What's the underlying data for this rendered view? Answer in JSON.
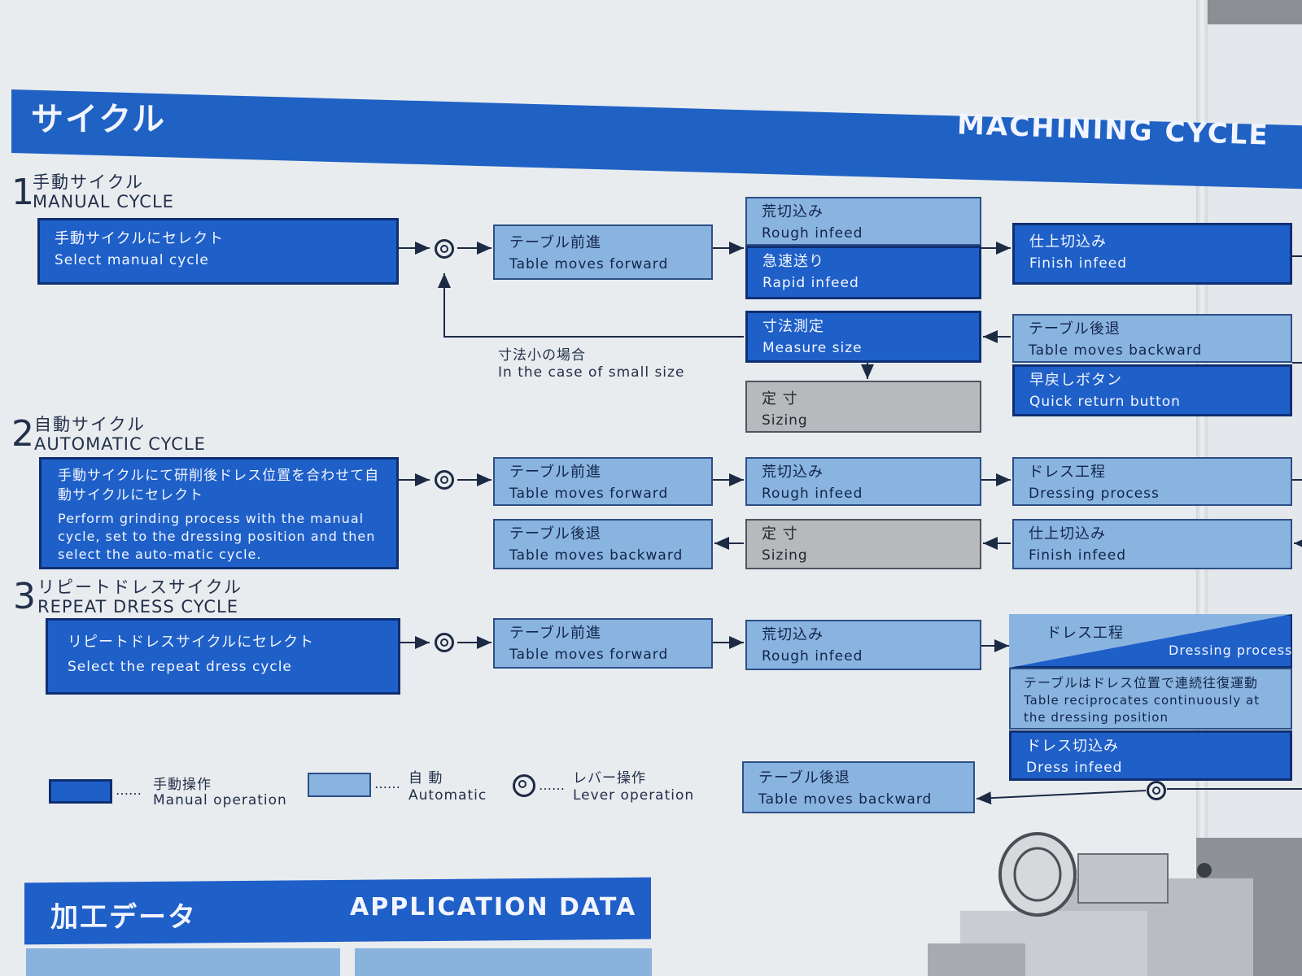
{
  "header": {
    "title_jp": "サイクル",
    "title_en": "MACHINING CYCLE"
  },
  "sections": [
    {
      "num": "1",
      "jp": "手動サイクル",
      "en": "MANUAL CYCLE"
    },
    {
      "num": "2",
      "jp": "自動サイクル",
      "en": "AUTOMATIC CYCLE"
    },
    {
      "num": "3",
      "jp": "リピートドレスサイクル",
      "en": "REPEAT DRESS CYCLE"
    }
  ],
  "manual": {
    "select": {
      "jp": "手動サイクルにセレクト",
      "en": "Select manual cycle"
    },
    "table_forward": {
      "jp": "テーブル前進",
      "en": "Table moves forward"
    },
    "rough": {
      "jp": "荒切込み",
      "en": "Rough infeed"
    },
    "rapid": {
      "jp": "急速送り",
      "en": "Rapid infeed"
    },
    "finish": {
      "jp": "仕上切込み",
      "en": "Finish infeed"
    },
    "measure": {
      "jp": "寸法測定",
      "en": "Measure size"
    },
    "table_backward": {
      "jp": "テーブル後退",
      "en": "Table moves backward"
    },
    "quick_return": {
      "jp": "早戻しボタン",
      "en": "Quick return button"
    },
    "sizing": {
      "jp": "定 寸",
      "en": "Sizing"
    },
    "small_size": {
      "jp": "寸法小の場合",
      "en": "In the case of small size"
    }
  },
  "automatic": {
    "select": {
      "jp": "手動サイクルにて研削後ドレス位置を合わせて自動サイクルにセレクト",
      "en": "Perform grinding process with the manual cycle, set to the dressing position and then select the auto-matic cycle."
    },
    "table_forward": {
      "jp": "テーブル前進",
      "en": "Table moves forward"
    },
    "rough": {
      "jp": "荒切込み",
      "en": "Rough infeed"
    },
    "dressing": {
      "jp": "ドレス工程",
      "en": "Dressing process"
    },
    "table_backward": {
      "jp": "テーブル後退",
      "en": "Table moves backward"
    },
    "sizing": {
      "jp": "定 寸",
      "en": "Sizing"
    },
    "finish": {
      "jp": "仕上切込み",
      "en": "Finish infeed"
    }
  },
  "repeat": {
    "select": {
      "jp": "リピートドレスサイクルにセレクト",
      "en": "Select the repeat dress cycle"
    },
    "table_forward": {
      "jp": "テーブル前進",
      "en": "Table moves forward"
    },
    "rough": {
      "jp": "荒切込み",
      "en": "Rough infeed"
    },
    "dressing": {
      "jp": "ドレス工程",
      "en": "Dressing process"
    },
    "reciprocate": {
      "jp": "テーブルはドレス位置で連続往復運動",
      "en": "Table reciprocates continuously at the dressing position"
    },
    "dress_infeed": {
      "jp": "ドレス切込み",
      "en": "Dress infeed"
    },
    "table_backward": {
      "jp": "テーブル後退",
      "en": "Table moves backward"
    }
  },
  "legend": {
    "manual": {
      "jp": "手動操作",
      "en": "Manual operation"
    },
    "automatic": {
      "jp": "自 動",
      "en": "Automatic"
    },
    "lever": {
      "jp": "レバー操作",
      "en": "Lever operation"
    },
    "dots": "……"
  },
  "application": {
    "title_jp": "加工データ",
    "title_en": "APPLICATION DATA"
  },
  "colors": {
    "dark_box": "#1f5fc8",
    "light_box": "#8ab4e0",
    "grey_box": "#b7b9bd",
    "banner": "#1f62c4"
  }
}
